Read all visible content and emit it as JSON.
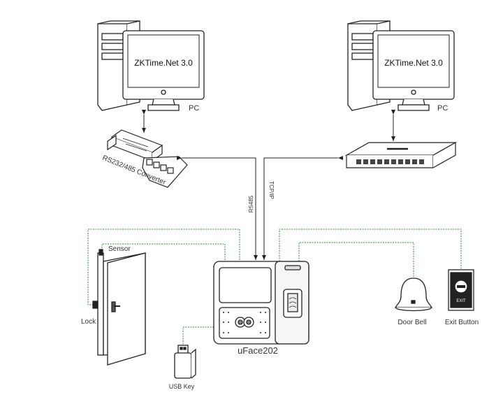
{
  "computers": [
    {
      "screen_text": "ZKTime.Net 3.0",
      "label": "PC"
    },
    {
      "screen_text": "ZKTime.Net 3.0",
      "label": "PC"
    }
  ],
  "converter_label": "RS232/485 Converter",
  "links": {
    "rs485": "RS485",
    "tcpip": "TCP/IP"
  },
  "device_label": "uFace202",
  "peripherals": {
    "sensor": "Sensor",
    "lock": "Lock",
    "usb_key": "USB Key",
    "door_bell": "Door Bell",
    "exit_button": "Exit Button",
    "exit_text": "EXIT"
  },
  "colors": {
    "wire": "#2e8b2e",
    "line": "#222222"
  }
}
